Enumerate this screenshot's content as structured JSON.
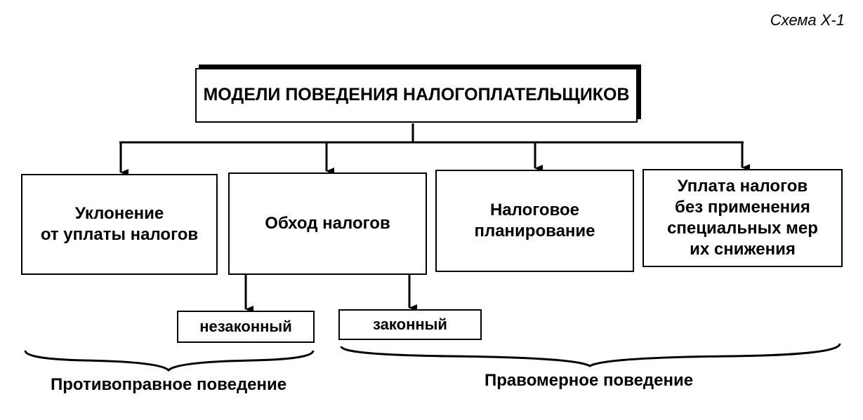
{
  "caption": "Схема X-1",
  "root": "МОДЕЛИ ПОВЕДЕНИЯ НАЛОГОПЛАТЕЛЬЩИКОВ",
  "branches": [
    "Уклонение\nот уплаты налогов",
    "Обход налогов",
    "Налоговое\nпланирование",
    "Уплата налогов\nбез применения\nспециальных мер\nих снижения"
  ],
  "sub_branches": [
    "незаконный",
    "законный"
  ],
  "groups": [
    "Противоправное поведение",
    "Правомерное поведение"
  ]
}
